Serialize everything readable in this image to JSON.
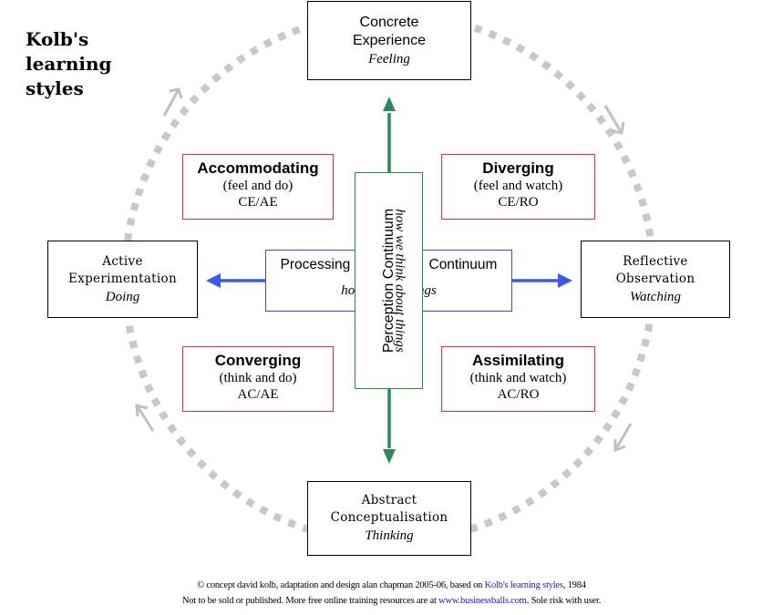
{
  "title": "Kolb's learning styles",
  "nodes": {
    "top": {
      "label": "Concrete Experience",
      "sub": "Feeling"
    },
    "right": {
      "label": "Reflective Observation",
      "sub": "Watching"
    },
    "bottom": {
      "label": "Abstract Conceptualisation",
      "sub": "Thinking"
    },
    "left": {
      "label": "Active Experimentation",
      "sub": "Doing"
    }
  },
  "styles": {
    "accommodating": {
      "name": "Accommodating",
      "desc": "(feel and do)",
      "code": "CE/AE"
    },
    "diverging": {
      "name": "Diverging",
      "desc": "(feel and watch)",
      "code": "CE/RO"
    },
    "converging": {
      "name": "Converging",
      "desc": "(think and do)",
      "code": "AC/AE"
    },
    "assimilating": {
      "name": "Assimilating",
      "desc": "(think and watch)",
      "code": "AC/RO"
    }
  },
  "processing": {
    "label": "Processing Continuum",
    "sub": "how we do things"
  },
  "perception": {
    "label": "Perception Continuum",
    "sub": "how we think about things"
  },
  "footer": {
    "line1_pre": "© concept david kolb, adaptation and design alan chapman 2005-06, based on ",
    "line1_link": "Kolb's learning styles",
    "line1_post": ", 1984",
    "line2_pre": "Not to be sold or published. More free online training resources are at ",
    "line2_link": "www.businessballs.com",
    "line2_post": ". Sole risk with user."
  },
  "colors": {
    "cycle": "#c8c8c8",
    "perception_arrow": "#2e8a5a",
    "processing_arrow": "#3a5ae8",
    "style_border": "#e03030"
  }
}
